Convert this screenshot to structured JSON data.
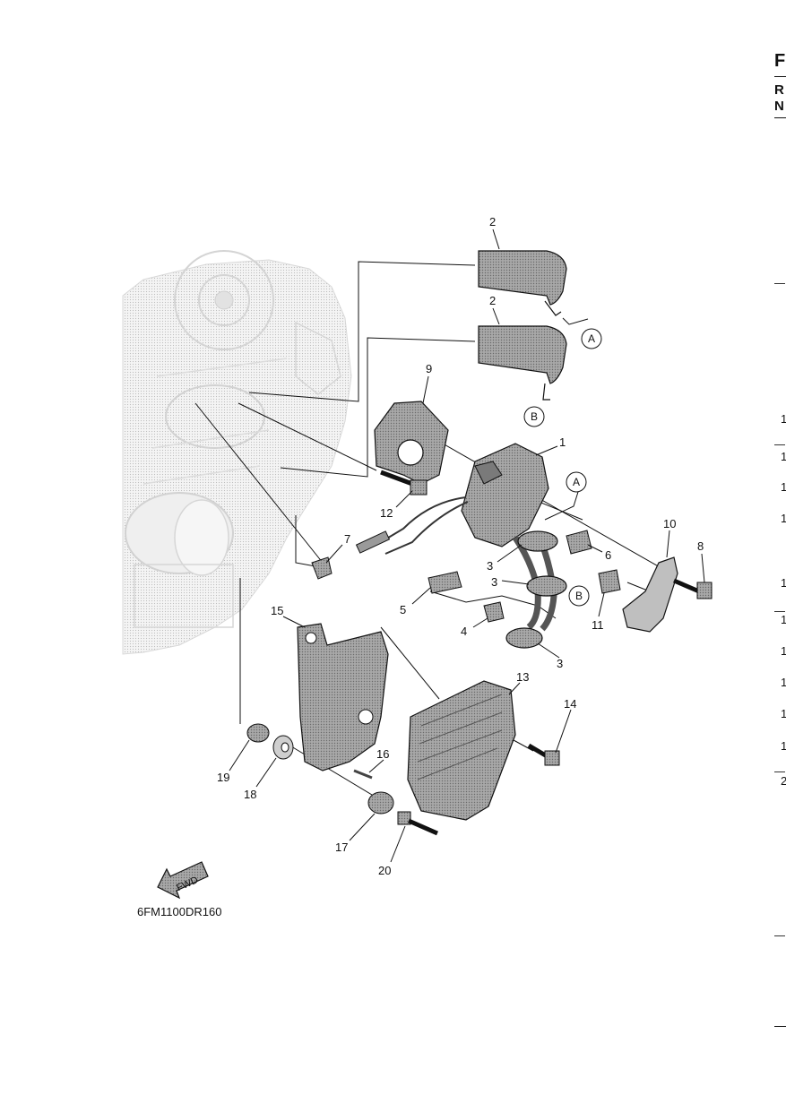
{
  "figure_code": "6FM1100DR160",
  "fwd_label": "FWD",
  "circle_labels": [
    "A",
    "B",
    "A",
    "B"
  ],
  "callouts": [
    "2",
    "2",
    "9",
    "1",
    "12",
    "7",
    "3",
    "6",
    "10",
    "8",
    "3",
    "5",
    "4",
    "11",
    "3",
    "15",
    "13",
    "14",
    "19",
    "18",
    "16",
    "17",
    "20"
  ],
  "edge": {
    "letters": [
      "F",
      "R",
      "N"
    ],
    "row_numbers": [
      "1",
      "1",
      "1",
      "1",
      "1",
      "1",
      "1",
      "1",
      "1",
      "1",
      "2"
    ]
  },
  "colors": {
    "line": "#111111",
    "part_fill": "#9a9a9a",
    "ghost": "#e6e6e6"
  }
}
